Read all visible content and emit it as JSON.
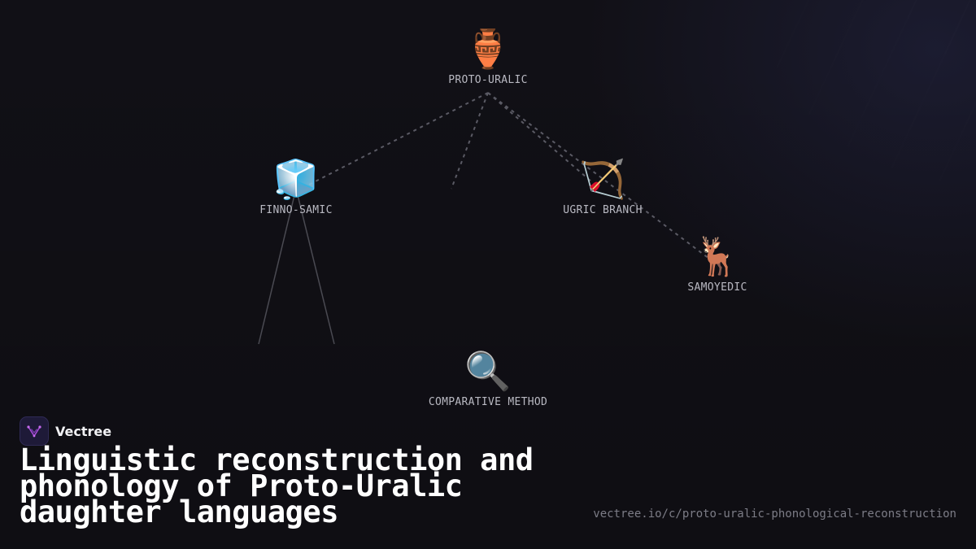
{
  "nodes": {
    "proto_uralic": {
      "emoji": "🏺",
      "label": "PROTO-URALIC"
    },
    "finno_samic": {
      "emoji": "🧊",
      "label": "FINNO-SAMIC"
    },
    "ugric_branch": {
      "emoji": "🏹",
      "label": "UGRIC BRANCH"
    },
    "samoyedic": {
      "emoji": "🦌",
      "label": "SAMOYEDIC"
    },
    "comparative_method": {
      "emoji": "🔍",
      "label": "COMPARATIVE METHOD"
    }
  },
  "brand": {
    "name": "Vectree",
    "icon": "vectree-logo-icon"
  },
  "title": "Linguistic reconstruction and phonology of Proto-Uralic daughter languages",
  "url": "vectree.io/c/proto-uralic-phonological-reconstruction",
  "colors": {
    "background": "#111016",
    "edge": "#5a5a64",
    "label": "#b9b9c2",
    "brand_accent": "#a64bd8"
  }
}
